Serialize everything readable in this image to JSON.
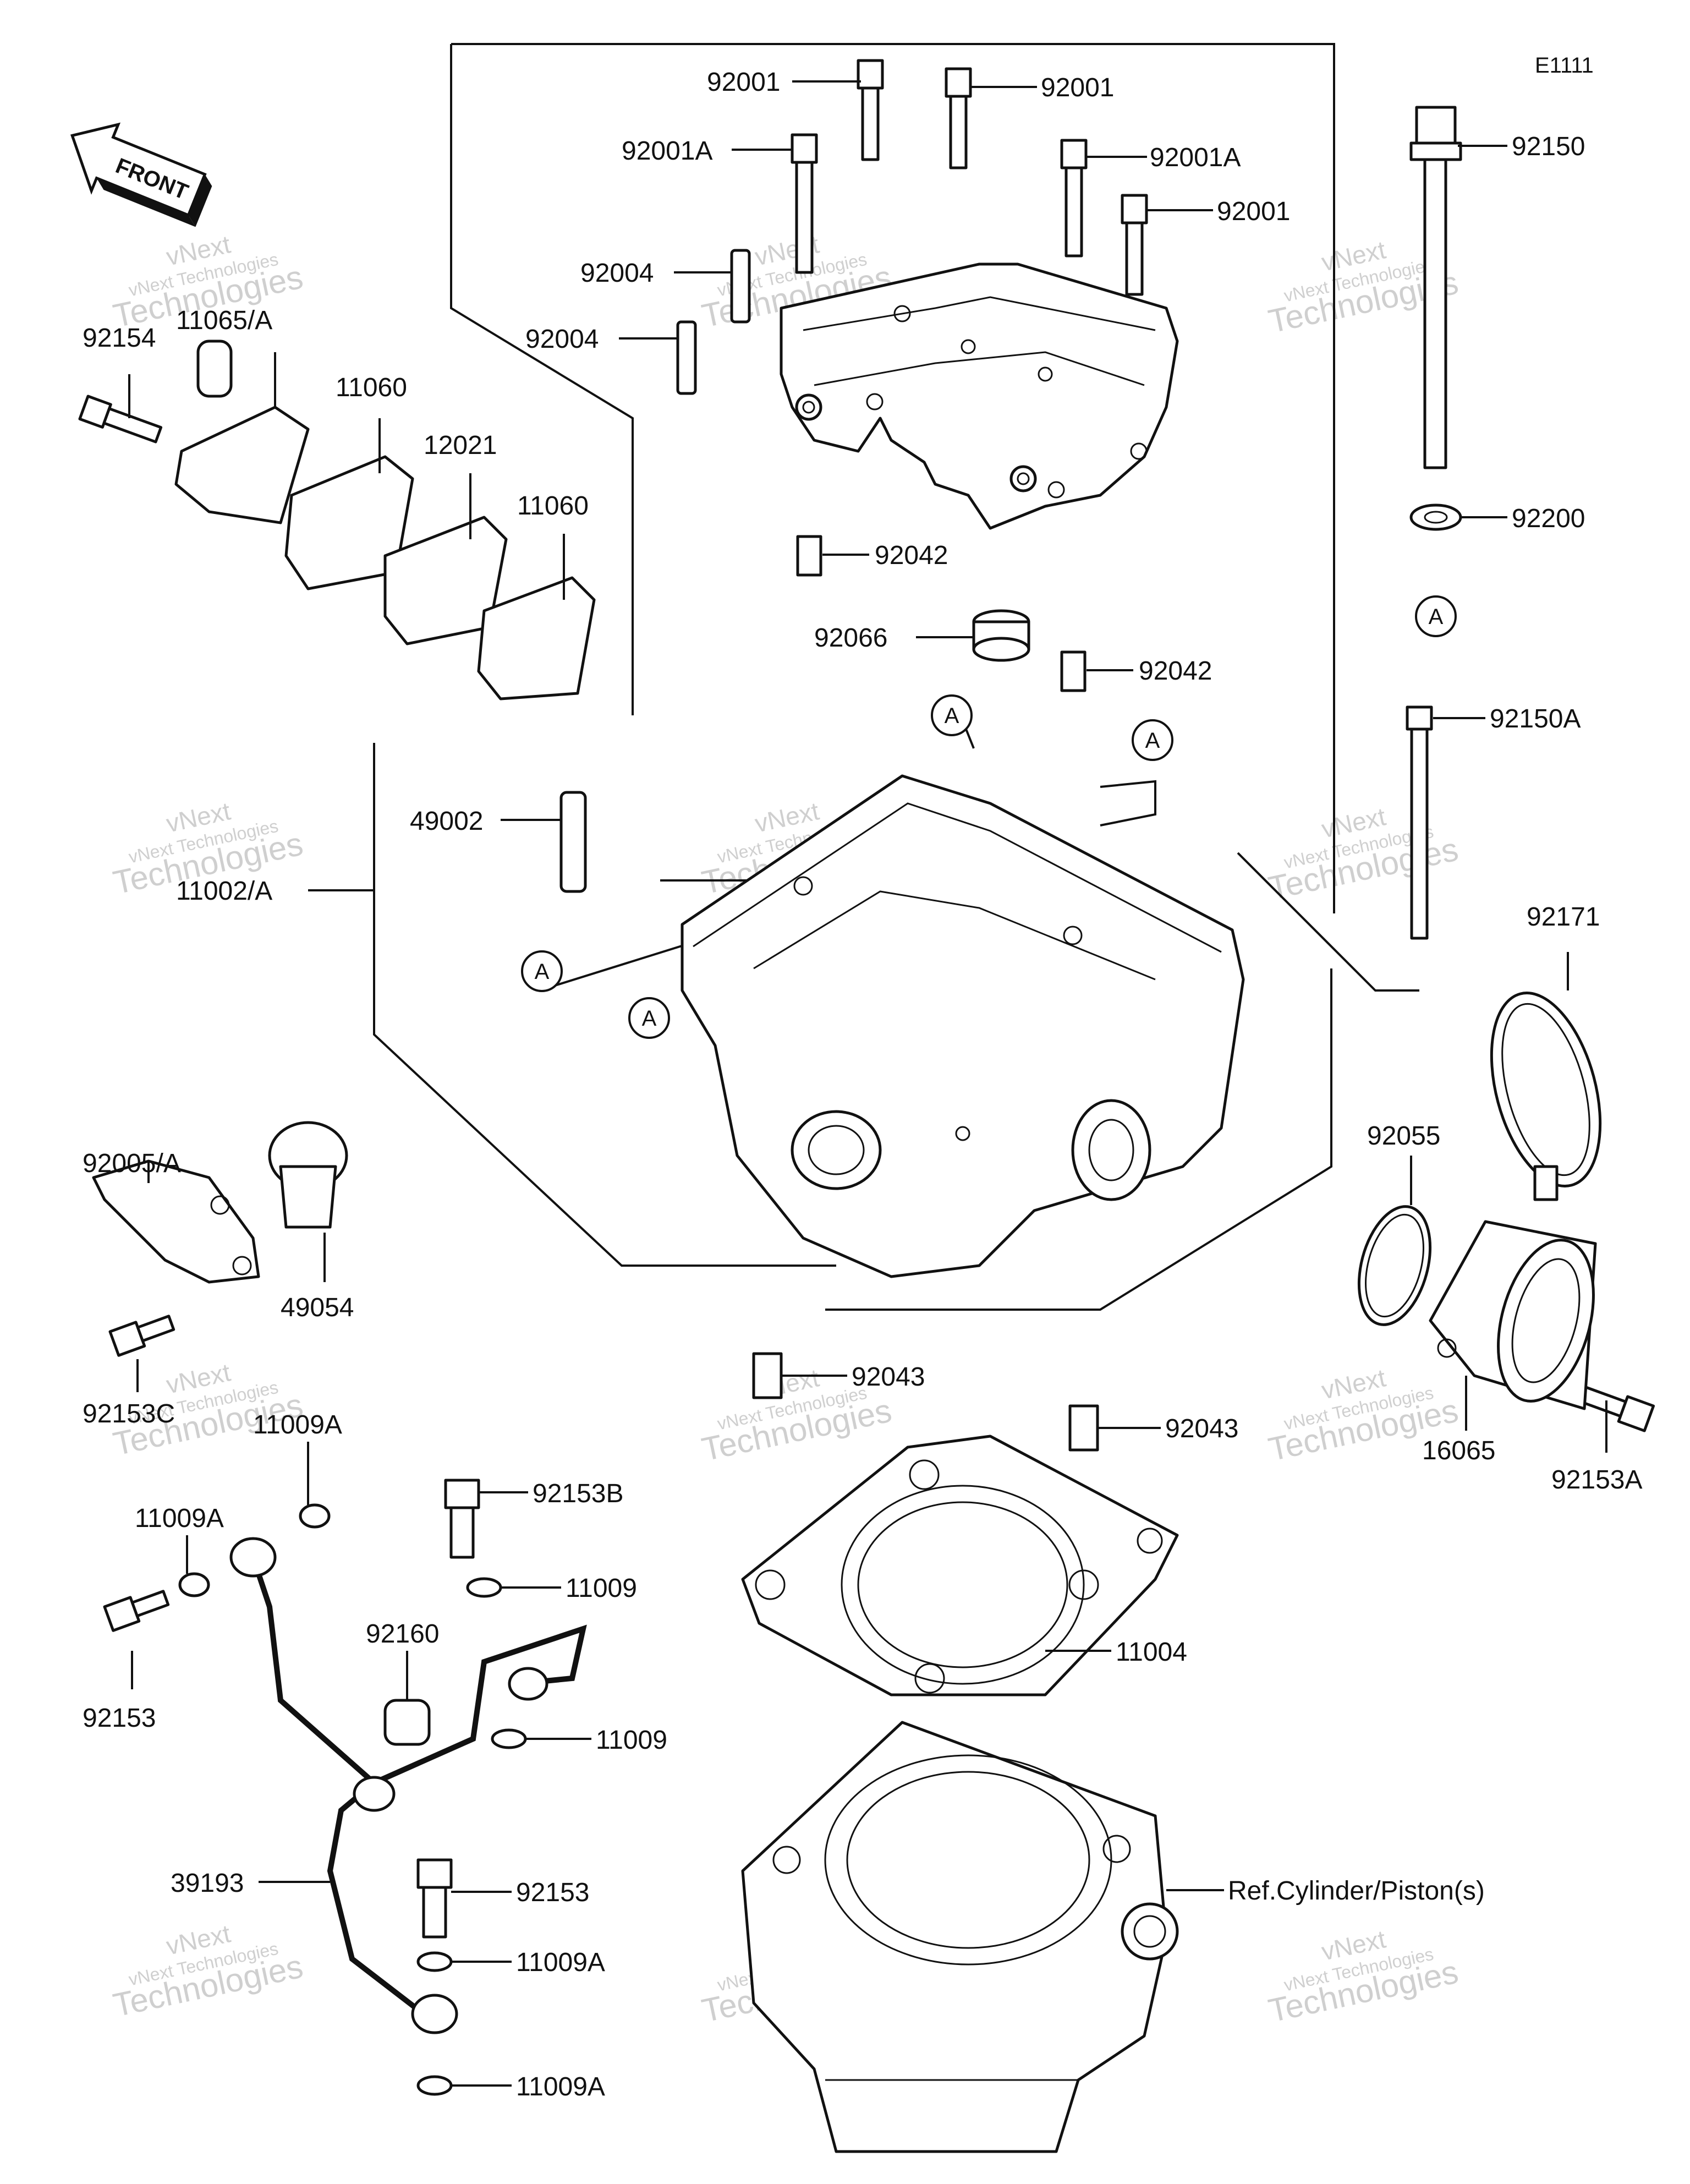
{
  "diagram_code": "E1111",
  "front_label": "FRONT",
  "ref_marker": "A",
  "watermark": {
    "line1": "vNext",
    "line2": "vNext Technologies",
    "line3": "Technologies"
  },
  "parts": [
    {
      "id": "p92001a",
      "label": "92001"
    },
    {
      "id": "p92001b",
      "label": "92001"
    },
    {
      "id": "p92001A1",
      "label": "92001A"
    },
    {
      "id": "p92001A2",
      "label": "92001A"
    },
    {
      "id": "p92001c",
      "label": "92001"
    },
    {
      "id": "p92004a",
      "label": "92004"
    },
    {
      "id": "p92004b",
      "label": "92004"
    },
    {
      "id": "p92150",
      "label": "92150"
    },
    {
      "id": "p92200",
      "label": "92200"
    },
    {
      "id": "p92154",
      "label": "92154"
    },
    {
      "id": "p11065",
      "label": "11065/A"
    },
    {
      "id": "p11060a",
      "label": "11060"
    },
    {
      "id": "p12021",
      "label": "12021"
    },
    {
      "id": "p11060b",
      "label": "11060"
    },
    {
      "id": "p92042a",
      "label": "92042"
    },
    {
      "id": "p92066",
      "label": "92066"
    },
    {
      "id": "p92042b",
      "label": "92042"
    },
    {
      "id": "p92150A",
      "label": "92150A"
    },
    {
      "id": "p49002",
      "label": "49002"
    },
    {
      "id": "p11002",
      "label": "11002/A"
    },
    {
      "id": "p92171",
      "label": "92171"
    },
    {
      "id": "p92005",
      "label": "92005/A"
    },
    {
      "id": "p92055",
      "label": "92055"
    },
    {
      "id": "p49054",
      "label": "49054"
    },
    {
      "id": "p92153C",
      "label": "92153C"
    },
    {
      "id": "p11009Aa",
      "label": "11009A"
    },
    {
      "id": "p92043a",
      "label": "92043"
    },
    {
      "id": "p92043b",
      "label": "92043"
    },
    {
      "id": "p16065",
      "label": "16065"
    },
    {
      "id": "p92153A",
      "label": "92153A"
    },
    {
      "id": "p11009Ab",
      "label": "11009A"
    },
    {
      "id": "p92153B",
      "label": "92153B"
    },
    {
      "id": "p11009a",
      "label": "11009"
    },
    {
      "id": "p92153a",
      "label": "92153"
    },
    {
      "id": "p92160",
      "label": "92160"
    },
    {
      "id": "p11004",
      "label": "11004"
    },
    {
      "id": "p11009b",
      "label": "11009"
    },
    {
      "id": "p39193",
      "label": "39193"
    },
    {
      "id": "p92153b",
      "label": "92153"
    },
    {
      "id": "pref",
      "label": "Ref.Cylinder/Piston(s)"
    },
    {
      "id": "p11009Ac",
      "label": "11009A"
    },
    {
      "id": "p11009Ad",
      "label": "11009A"
    }
  ]
}
